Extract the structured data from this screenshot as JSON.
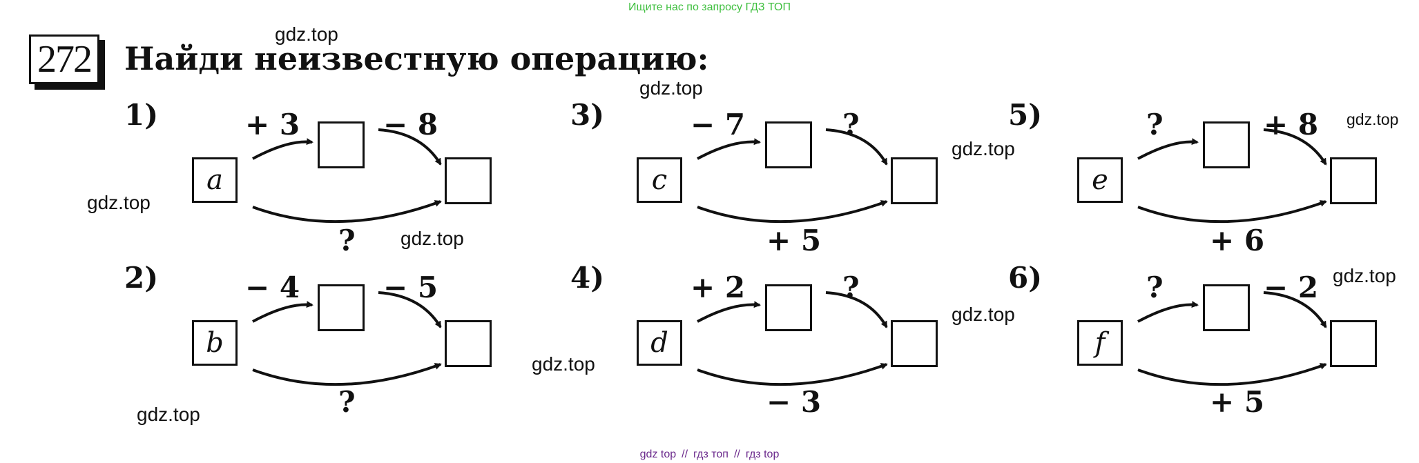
{
  "header": {
    "top_link": "Ищите нас по запросу ГДЗ ТОП"
  },
  "exercise": {
    "number": "272",
    "title": "Найди неизвестную операцию:"
  },
  "tasks": [
    {
      "label": "1)",
      "variable": "a",
      "op1": "+ 3",
      "op2": "− 8",
      "result": "?"
    },
    {
      "label": "2)",
      "variable": "b",
      "op1": "− 4",
      "op2": "− 5",
      "result": "?"
    },
    {
      "label": "3)",
      "variable": "c",
      "op1": "− 7",
      "op2": "?",
      "result": "+ 5"
    },
    {
      "label": "4)",
      "variable": "d",
      "op1": "+ 2",
      "op2": "?",
      "result": "− 3"
    },
    {
      "label": "5)",
      "variable": "e",
      "op1": "?",
      "op2": "+ 8",
      "result": "+ 6"
    },
    {
      "label": "6)",
      "variable": "f",
      "op1": "?",
      "op2": "− 2",
      "result": "+ 5"
    }
  ],
  "watermarks": [
    "gdz.top",
    "gdz.top",
    "gdz.top",
    "gdz.top",
    "gdz.top",
    "gdz.top",
    "gdz.top",
    "gdz.top",
    "gdz.top",
    "gdz.top"
  ],
  "footer": {
    "link1": "gdz top",
    "sep": "//",
    "link2": "гдз топ",
    "link3": "гдз top"
  }
}
